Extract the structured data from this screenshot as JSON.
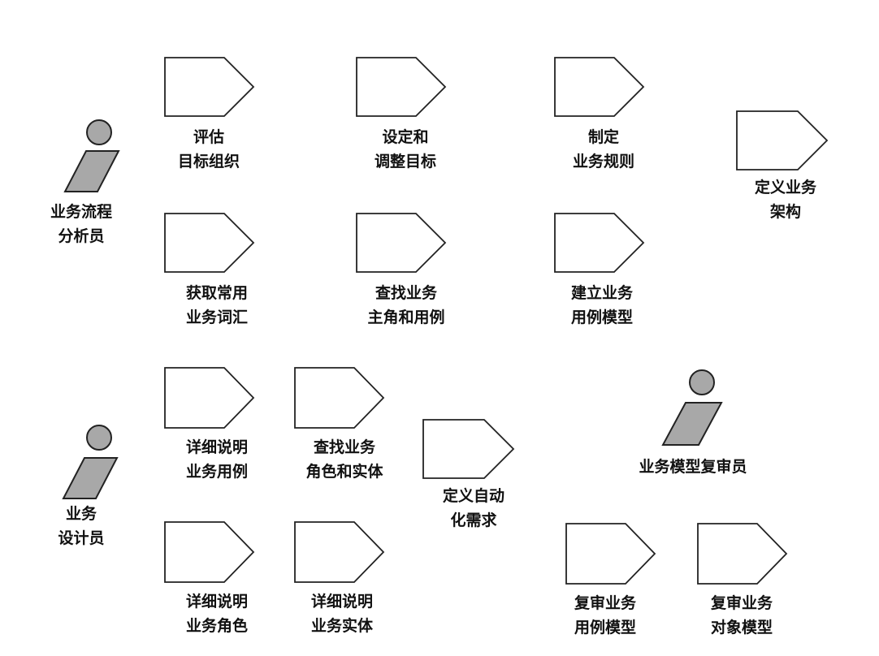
{
  "workers": [
    {
      "id": "business-process-analyst",
      "label": "业务流程\n分析员"
    },
    {
      "id": "business-designer",
      "label": "业务\n设计员"
    },
    {
      "id": "business-model-reviewer",
      "label": "业务模型复审员"
    }
  ],
  "activities": [
    {
      "id": "assess-target-organization",
      "label": "评估\n目标组织"
    },
    {
      "id": "set-and-adjust-objectives",
      "label": "设定和\n调整目标"
    },
    {
      "id": "formulate-business-rules",
      "label": "制定\n业务规则"
    },
    {
      "id": "define-business-architecture",
      "label": "定义业务\n架构"
    },
    {
      "id": "capture-common-vocabulary",
      "label": "获取常用\n业务词汇"
    },
    {
      "id": "find-business-actors-use-cases",
      "label": "查找业务\n主角和用例"
    },
    {
      "id": "build-business-use-case-model",
      "label": "建立业务\n用例模型"
    },
    {
      "id": "detail-business-use-case",
      "label": "详细说明\n业务用例"
    },
    {
      "id": "find-business-workers-entities",
      "label": "查找业务\n角色和实体"
    },
    {
      "id": "define-automation-requirements",
      "label": "定义自动\n化需求"
    },
    {
      "id": "detail-business-worker",
      "label": "详细说明\n业务角色"
    },
    {
      "id": "detail-business-entity",
      "label": "详细说明\n业务实体"
    },
    {
      "id": "review-business-use-case-model",
      "label": "复审业务\n用例模型"
    },
    {
      "id": "review-business-object-model",
      "label": "复审业务\n对象模型"
    }
  ]
}
